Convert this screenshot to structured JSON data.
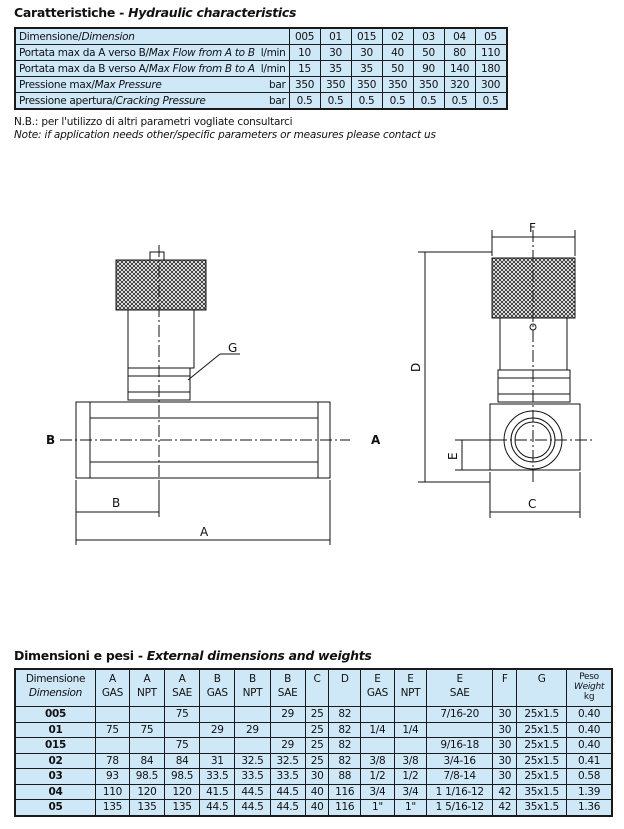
{
  "hydraulic": {
    "title_it": "Caratteristiche - ",
    "title_en": "Hydraulic characteristics",
    "rows": [
      {
        "label_it": "Dimensione/",
        "label_en": "Dimension",
        "unit": "",
        "values": [
          "005",
          "01",
          "015",
          "02",
          "03",
          "04",
          "05"
        ]
      },
      {
        "label_it": "Portata max da A verso B/",
        "label_en": "Max Flow from A to B",
        "unit": "l/min",
        "values": [
          "10",
          "30",
          "30",
          "40",
          "50",
          "80",
          "110"
        ]
      },
      {
        "label_it": "Portata max da B verso A/",
        "label_en": "Max Flow from B to A",
        "unit": "l/min",
        "values": [
          "15",
          "35",
          "35",
          "50",
          "90",
          "140",
          "180"
        ]
      },
      {
        "label_it": "Pressione max/",
        "label_en": "Max Pressure",
        "unit": "bar",
        "values": [
          "350",
          "350",
          "350",
          "350",
          "350",
          "320",
          "300"
        ]
      },
      {
        "label_it": "Pressione apertura/",
        "label_en": "Cracking Pressure",
        "unit": "bar",
        "values": [
          "0.5",
          "0.5",
          "0.5",
          "0.5",
          "0.5",
          "0.5",
          "0.5"
        ]
      }
    ],
    "note_it": "N.B.: per l'utilizzo di altri parametri vogliate consultarci",
    "note_en": "Note: if application needs other/specific parameters or measures please contact us"
  },
  "drawing": {
    "labels": {
      "A": "A",
      "B": "B",
      "C": "C",
      "D": "D",
      "E": "E",
      "F": "F",
      "G": "G",
      "port_a": "A",
      "port_b": "B"
    }
  },
  "dimensions": {
    "title_it": "Dimensioni e pesi - ",
    "title_en": "External dimensions and weights",
    "header": [
      [
        "Dimensione",
        "Dimension"
      ],
      [
        "A",
        "GAS"
      ],
      [
        "A",
        "NPT"
      ],
      [
        "A",
        "SAE"
      ],
      [
        "B",
        "GAS"
      ],
      [
        "B",
        "NPT"
      ],
      [
        "B",
        "SAE"
      ],
      [
        "C",
        ""
      ],
      [
        "D",
        ""
      ],
      [
        "E",
        "GAS"
      ],
      [
        "E",
        "NPT"
      ],
      [
        "E",
        "SAE"
      ],
      [
        "F",
        ""
      ],
      [
        "G",
        ""
      ],
      [
        "Peso",
        "Weight",
        "kg"
      ]
    ],
    "rows": [
      [
        "005",
        "",
        "",
        "75",
        "",
        "",
        "29",
        "25",
        "82",
        "",
        "",
        "7/16-20",
        "30",
        "25x1.5",
        "0.40"
      ],
      [
        "01",
        "75",
        "75",
        "",
        "29",
        "29",
        "",
        "25",
        "82",
        "1/4",
        "1/4",
        "",
        "30",
        "25x1.5",
        "0.40"
      ],
      [
        "015",
        "",
        "",
        "75",
        "",
        "",
        "29",
        "25",
        "82",
        "",
        "",
        "9/16-18",
        "30",
        "25x1.5",
        "0.40"
      ],
      [
        "02",
        "78",
        "84",
        "84",
        "31",
        "32.5",
        "32.5",
        "25",
        "82",
        "3/8",
        "3/8",
        "3/4-16",
        "30",
        "25x1.5",
        "0.41"
      ],
      [
        "03",
        "93",
        "98.5",
        "98.5",
        "33.5",
        "33.5",
        "33.5",
        "30",
        "88",
        "1/2",
        "1/2",
        "7/8-14",
        "30",
        "25x1.5",
        "0.58"
      ],
      [
        "04",
        "110",
        "120",
        "120",
        "41.5",
        "44.5",
        "44.5",
        "40",
        "116",
        "3/4",
        "3/4",
        "1 1/16-12",
        "42",
        "35x1.5",
        "1.39"
      ],
      [
        "05",
        "135",
        "135",
        "135",
        "44.5",
        "44.5",
        "44.5",
        "40",
        "116",
        "1\"",
        "1\"",
        "1 5/16-12",
        "42",
        "35x1.5",
        "1.36"
      ]
    ]
  }
}
